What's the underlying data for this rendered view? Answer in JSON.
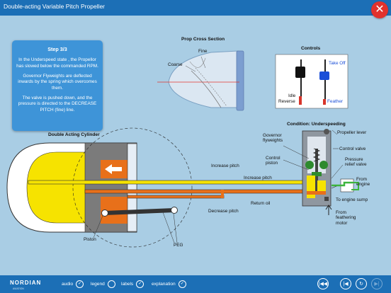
{
  "app": {
    "title": "Double-acting Variable Pitch Propeller",
    "close_icon": "close-icon"
  },
  "step": {
    "heading": "Step 3/3",
    "p1": "In the Underspeed state , the Propellor has slowed below the commanded RPM.",
    "p2": "Governor Flyweights are deflected inwards by the spring which overcomes them.",
    "p3": "The valve is pushed down, and the pressure is directed to the DECREASE PITCH (fine) line."
  },
  "prop": {
    "heading": "Prop Cross Section",
    "fine": "Fine",
    "coarse": "Coarse"
  },
  "controls": {
    "heading": "Controls",
    "take_off": "Take Off",
    "idle": "Idle",
    "reverse": "Reverse",
    "feather": "Feather"
  },
  "cylinder": {
    "heading": "Double Acting Cylinder",
    "piston": "Piston",
    "peg": "PEG"
  },
  "lines": {
    "increase1": "Increase pitch",
    "increase2": "Increase pitch",
    "return_oil": "Return oil",
    "decrease": "Decrease pitch"
  },
  "governor": {
    "condition": "Condition: Underspeeding",
    "flyweights": "Governor flyweights",
    "lever": "Propeller lever",
    "control_valve": "Control valve",
    "control_piston": "Control piston",
    "relief": "Pressure relief valve",
    "from_engine": "From engine",
    "to_sump": "To engine sump",
    "from_feathering": "From feathering motor"
  },
  "bottom": {
    "logo": "NORDIAN",
    "logo_sub": "AVIATION",
    "toggles": [
      "audio",
      "legend",
      "labels",
      "explanation"
    ],
    "nav_icons": [
      "first-icon",
      "previous-icon",
      "replay-icon",
      "next-icon"
    ]
  },
  "colors": {
    "accent": "#1c6fb6",
    "oil_yellow": "#f6e300",
    "oil_orange": "#e8701a",
    "close": "#e1322d"
  }
}
